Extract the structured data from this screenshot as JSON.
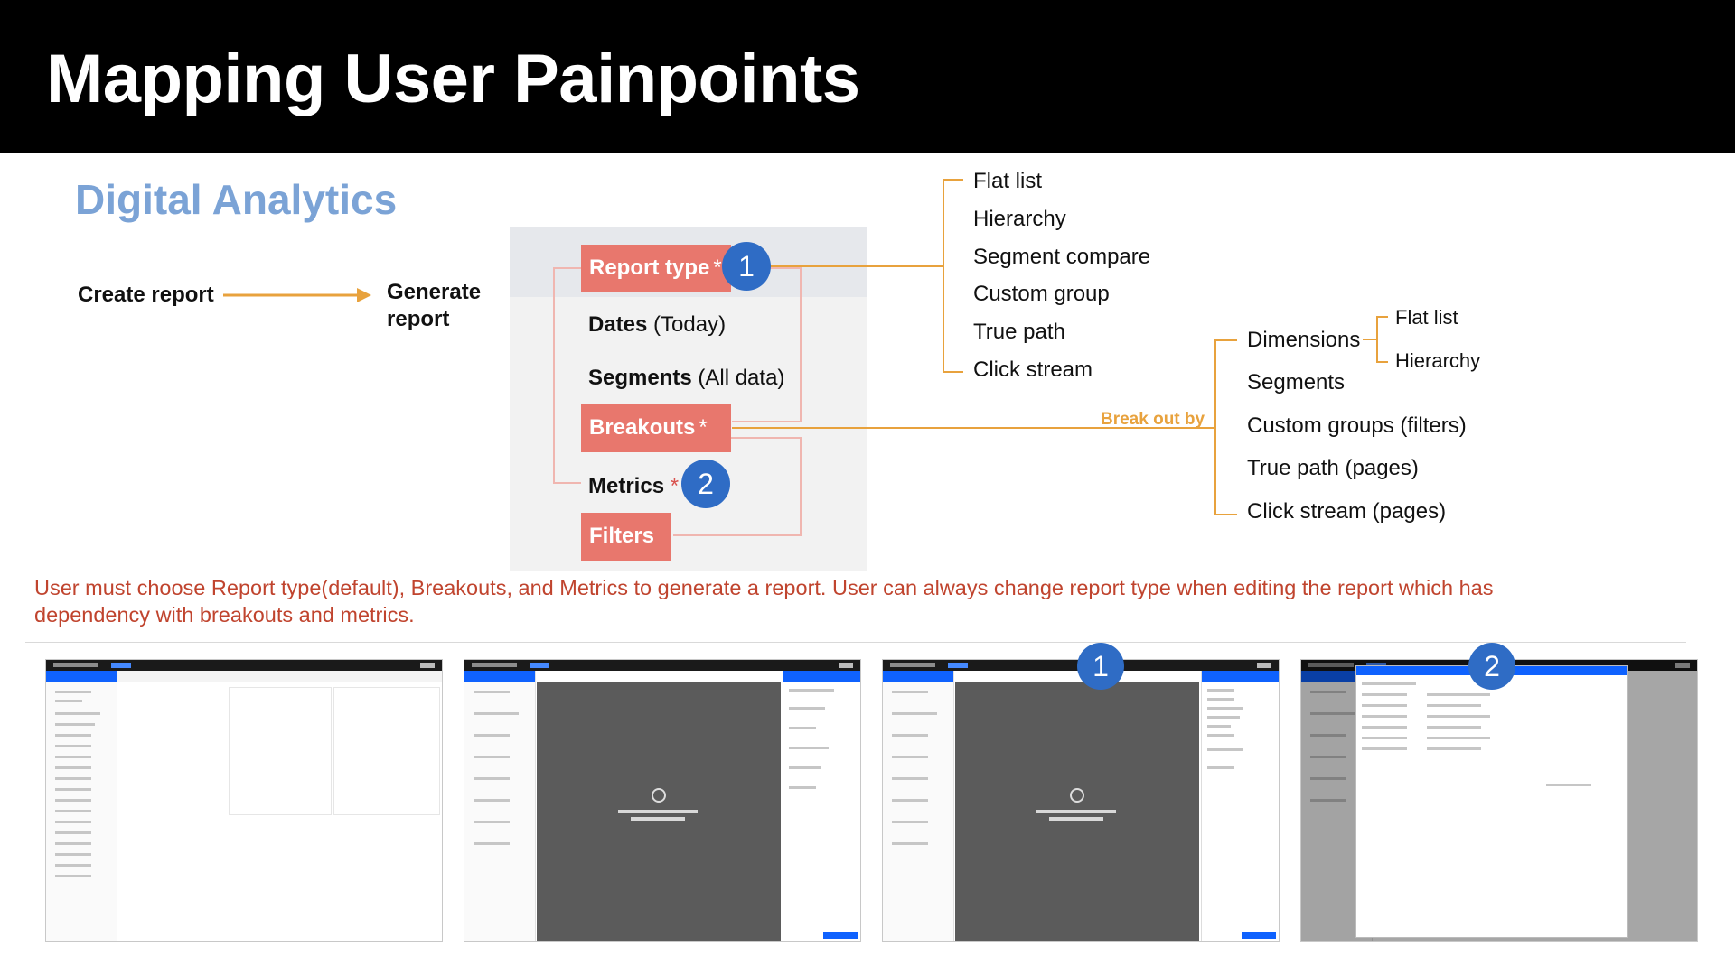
{
  "slide": {
    "title": "Mapping User Painpoints",
    "section_title": "Digital Analytics"
  },
  "flow": {
    "start": "Create report",
    "end_line1": "Generate",
    "end_line2": "report"
  },
  "panel": {
    "report_type": "Report type",
    "dates_bold": "Dates",
    "dates_rest": "(Today)",
    "segments_bold": "Segments",
    "segments_rest": "(All data)",
    "breakouts": "Breakouts",
    "metrics": "Metrics",
    "filters": "Filters",
    "asterisk": "*",
    "badge1": "1",
    "badge2": "2"
  },
  "report_types": [
    "Flat list",
    "Hierarchy",
    "Segment compare",
    "Custom group",
    "True path",
    "Click stream"
  ],
  "breakout": {
    "label": "Break out by",
    "options": [
      "Dimensions",
      "Segments",
      "Custom groups (filters)",
      "True path (pages)",
      "Click stream (pages)"
    ],
    "dimension_children": [
      "Flat list",
      "Hierarchy"
    ]
  },
  "note": "User must choose Report type(default), Breakouts, and Metrics to generate a report. User can always change report type when editing the report which has dependency with breakouts and metrics.",
  "screenshots": {
    "badge1": "1",
    "badge2": "2"
  },
  "colors": {
    "header_bg": "#000000",
    "section_title": "#7ba3d6",
    "red_box": "#e8776d",
    "badge": "#2f6cc5",
    "orange_line": "#e8a23d",
    "note_text": "#c0442e"
  }
}
